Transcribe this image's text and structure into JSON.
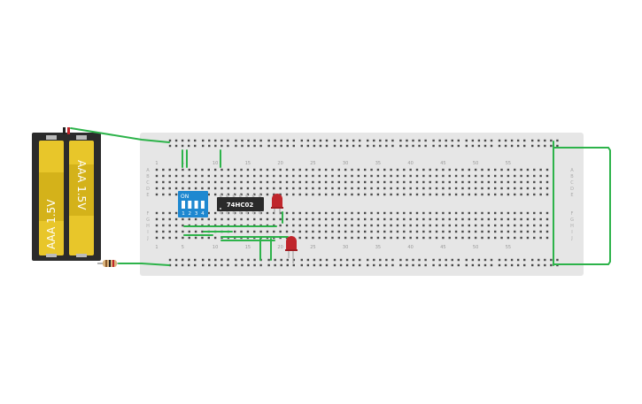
{
  "battery": {
    "cells": [
      {
        "label": "AAA 1.5V"
      },
      {
        "label": "AAA 1.5V"
      }
    ]
  },
  "breadboard": {
    "column_numbers": [
      "1",
      "5",
      "10",
      "15",
      "20",
      "25",
      "30",
      "35",
      "40",
      "45",
      "50",
      "55"
    ],
    "top_row_letters": [
      "A",
      "B",
      "C",
      "D",
      "E"
    ],
    "bottom_row_letters": [
      "F",
      "G",
      "H",
      "I",
      "J"
    ]
  },
  "dip_switch": {
    "on_label": "ON",
    "positions": [
      "1",
      "2",
      "3",
      "4"
    ]
  },
  "chip": {
    "label": "74HC02"
  },
  "colors": {
    "wire": "#2db34a",
    "board": "#e6e6e6",
    "battery_case": "#2b2b2b",
    "cell": "#e8c62a",
    "dip_switch": "#1e88d0",
    "chip": "#2a2a2a",
    "led": "#c0262c",
    "resistor": "#d9b27a"
  }
}
